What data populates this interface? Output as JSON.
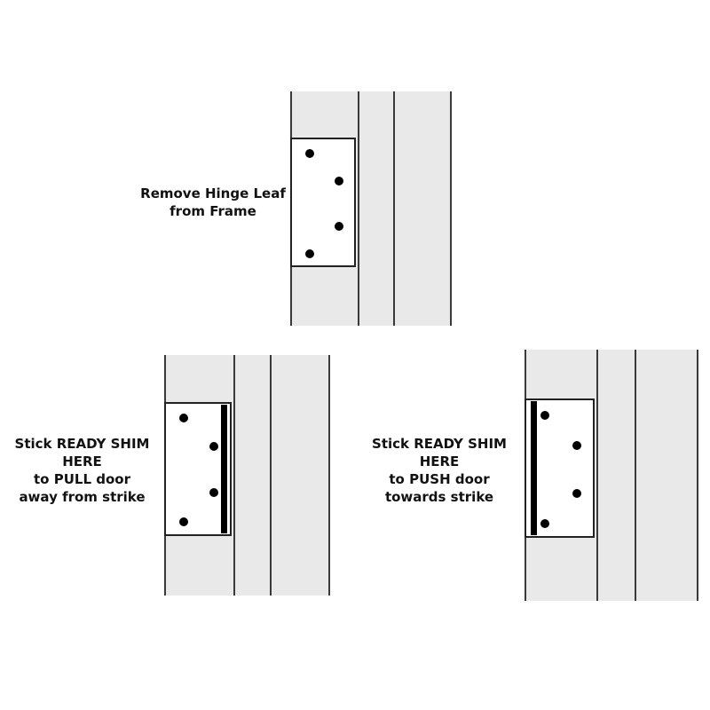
{
  "diagrams": [
    {
      "id": "remove",
      "label_lines": [
        "Remove Hinge Leaf",
        "from Frame"
      ],
      "shim": "none"
    },
    {
      "id": "pull",
      "label_lines": [
        "Stick READY SHIM",
        "HERE",
        "to PULL door",
        "away from strike"
      ],
      "shim": "right"
    },
    {
      "id": "push",
      "label_lines": [
        "Stick READY SHIM",
        "HERE",
        "to PUSH door",
        "towards strike"
      ],
      "shim": "left"
    }
  ],
  "colors": {
    "frame_fill": "#e9e9e9",
    "line": "#3a3a3a",
    "leaf_fill": "#ffffff",
    "screw": "#000000",
    "shim": "#000000"
  }
}
